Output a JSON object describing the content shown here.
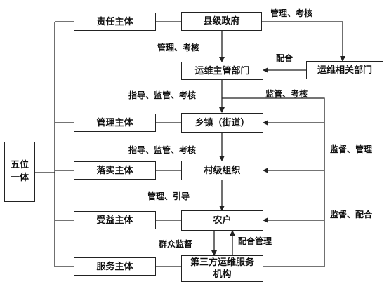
{
  "center": {
    "label_line1": "五位",
    "label_line2": "一体"
  },
  "subjects": {
    "responsibility": "责任主体",
    "management": "管理主体",
    "implementation": "落实主体",
    "beneficiary": "受益主体",
    "service": "服务主体"
  },
  "nodes": {
    "county_gov": "县级政府",
    "om_main_dept": "运维主管部门",
    "om_related_dept": "运维相关部门",
    "township": "乡镇（街道）",
    "village_org": "村级组织",
    "farmer": "农户",
    "third_party_line1": "第三方运维服务",
    "third_party_line2": "机构"
  },
  "edge_labels": {
    "gov_to_related": "管理、考核",
    "gov_to_main": "管理、考核",
    "related_to_main": "配合",
    "main_to_township": "指导、监管、考核",
    "supervise_assess": "监管、考核",
    "township_to_village": "指导、监管、考核",
    "village_to_farmer": "管理、引导",
    "mass_supervision": "群众监督",
    "coop_management": "配合管理",
    "supervise_manage": "监督、管理",
    "supervise_coop": "监督、配合"
  }
}
